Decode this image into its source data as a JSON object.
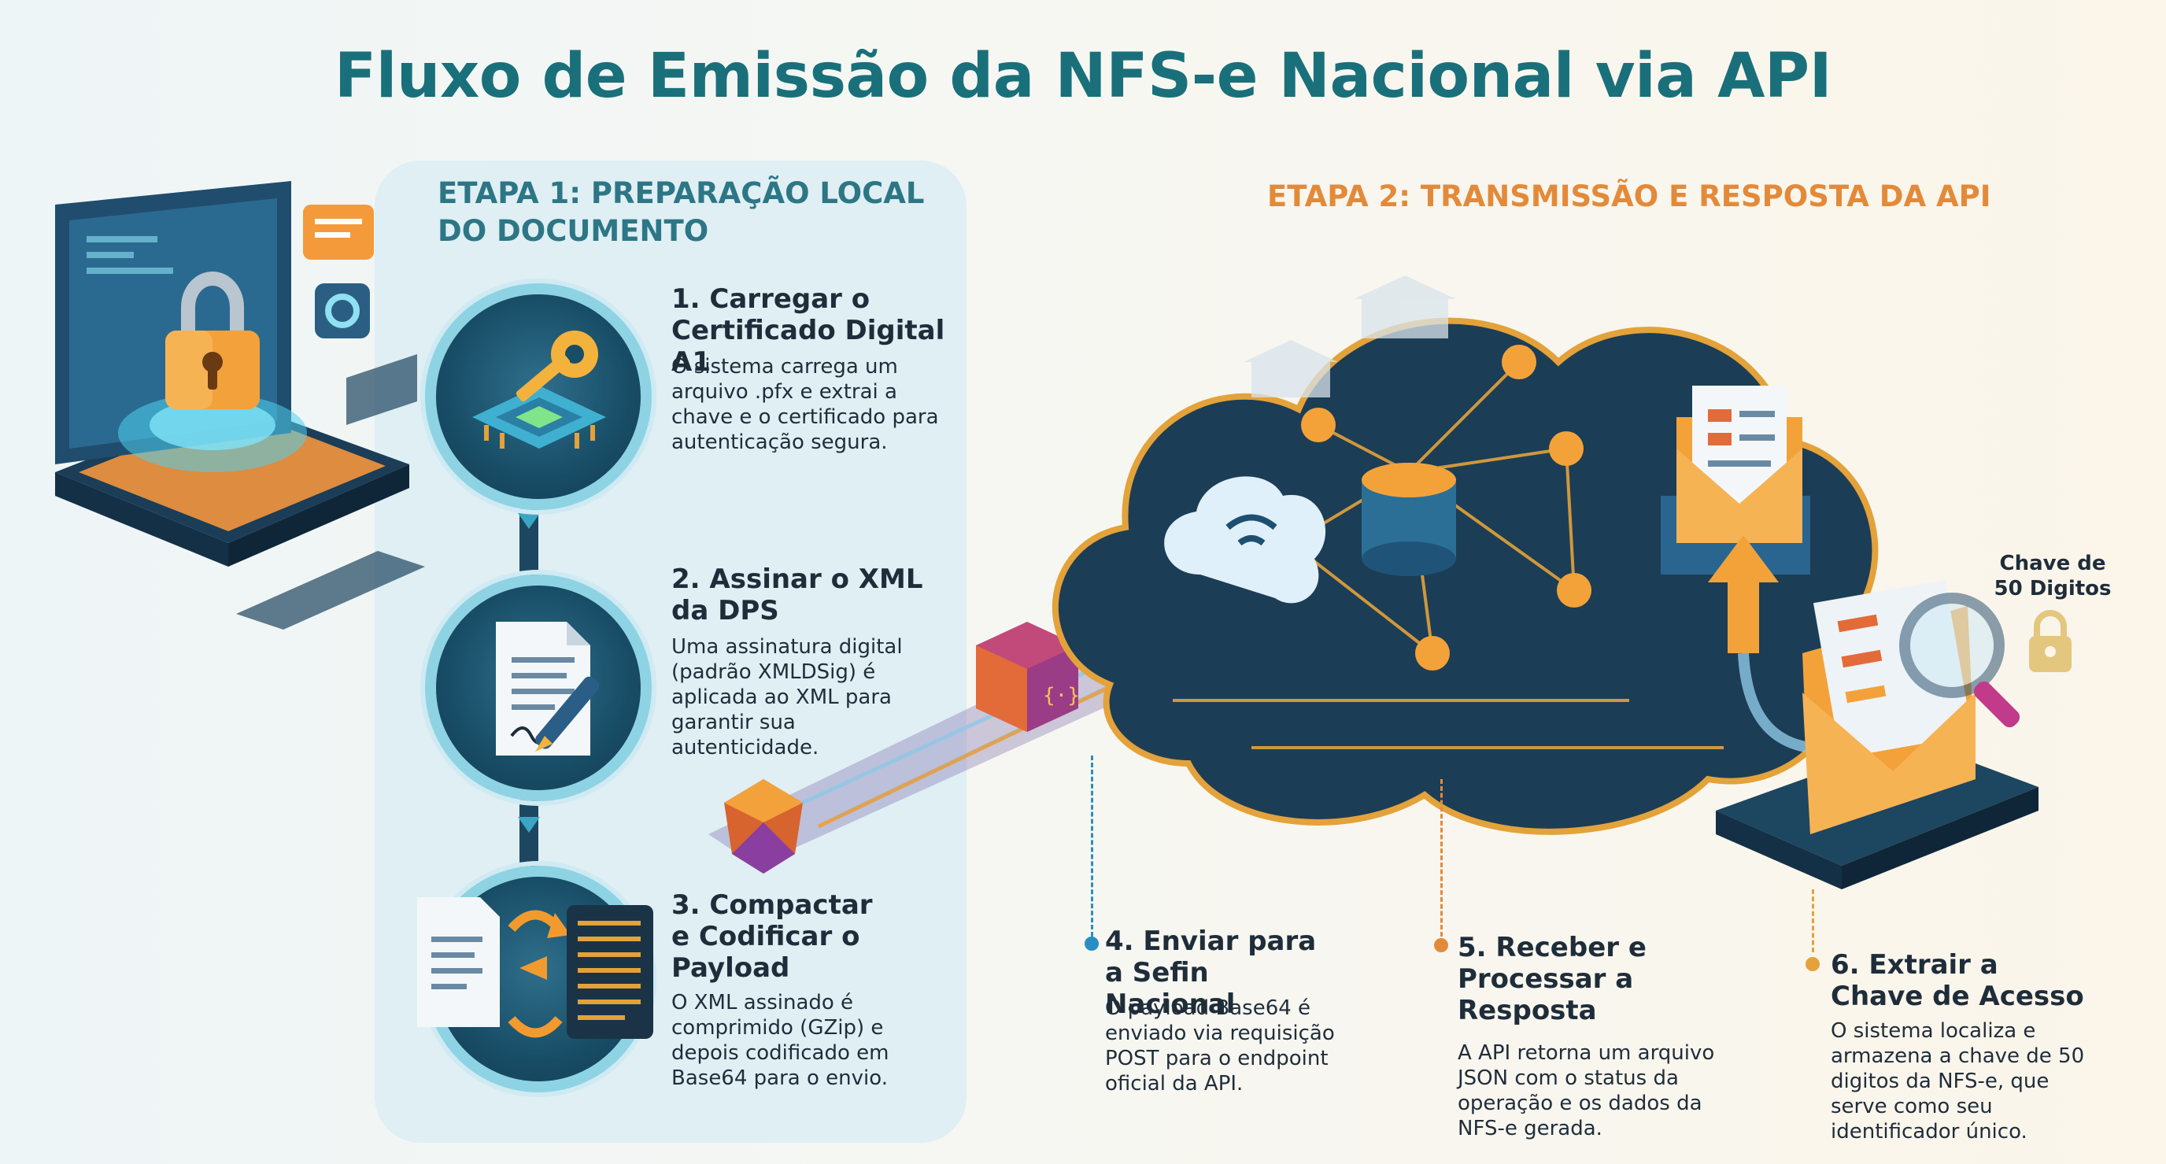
{
  "title": "Fluxo de Emissão da NFS-e Nacional via API",
  "stage1": {
    "heading": "ETAPA 1: PREPARAÇÃO LOCAL DO DOCUMENTO"
  },
  "stage2": {
    "heading": "ETAPA 2: TRANSMISSÃO E RESPOSTA DA API"
  },
  "steps": [
    {
      "title": "1. Carregar o Certificado Digital A1",
      "desc": "O sistema carrega um arquivo .pfx e extrai a chave e o certificado para autenticação segura."
    },
    {
      "title": "2. Assinar o XML da DPS",
      "desc": "Uma assinatura digital (padrão XMLDSig) é aplicada ao XML para garantir sua autenticidade."
    },
    {
      "title": "3. Compactar e Codificar o Payload",
      "desc": "O XML assinado é comprimido (GZip) e depois codificado em Base64 para o envio."
    },
    {
      "title": "4. Enviar para a Sefin Nacional",
      "desc": "O payload Base64 é enviado via requisição POST para o endpoint oficial da API."
    },
    {
      "title": "5. Receber e Processar a Resposta",
      "desc": "A API retorna um arquivo JSON com o status da operação e os dados da NFS-e gerada."
    },
    {
      "title": "6. Extrair a Chave de Acesso",
      "desc": "O sistema localiza e armazena a chave de 50 digitos da NFS-e, que serve como seu identificador único."
    }
  ],
  "key_caption": "Chave de 50 Digitos",
  "colors": {
    "title": "#19707a",
    "stage1_heading": "#2d7685",
    "stage2_heading": "#e38a3a",
    "step4_dot": "#2a8ec2",
    "step5_dot": "#e38a3a",
    "step6_dot": "#e3a23a"
  },
  "icons": [
    "laptop-lock-icon",
    "key-chip-icon",
    "document-pen-icon",
    "compress-encode-icon",
    "cloud-network-icon",
    "envelope-icon",
    "magnifier-icon",
    "padlock-icon",
    "bank-icon",
    "gem-icon"
  ]
}
